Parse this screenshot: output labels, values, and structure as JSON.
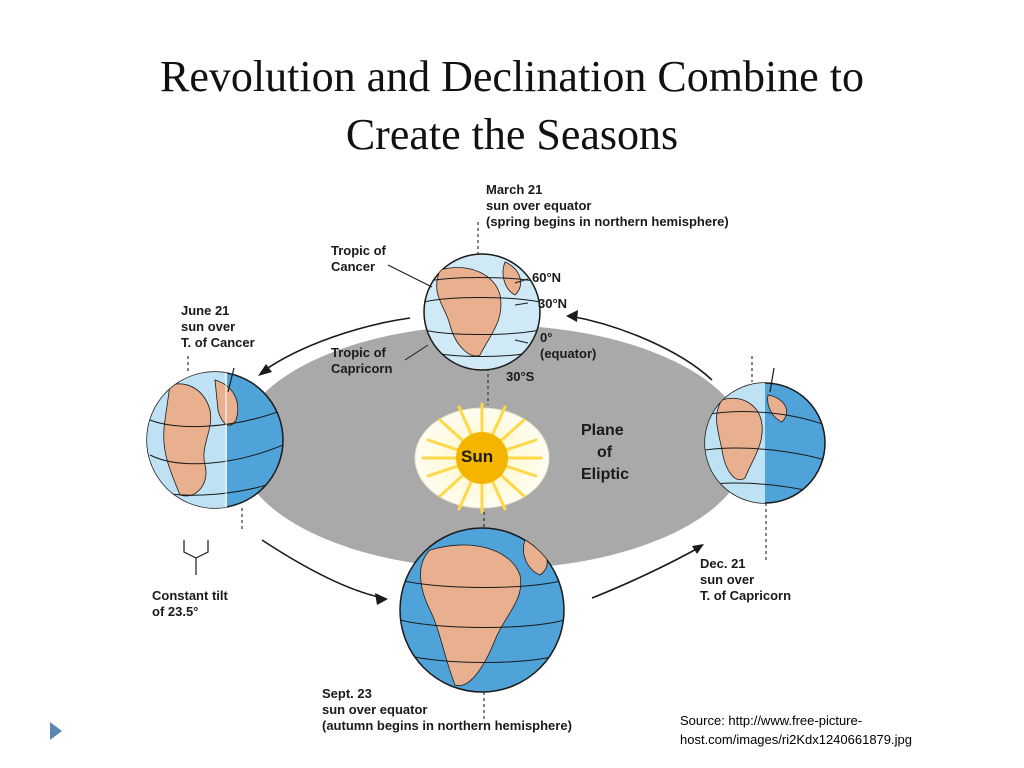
{
  "slide": {
    "title_line1": "Revolution and Declination Combine to",
    "title_line2": "Create the Seasons",
    "source_line1": "Source: http://www.free-picture-",
    "source_line2": "host.com/images/ri2Kdx1240661879.jpg"
  },
  "diagram": {
    "sun_label": "Sun",
    "plane_label": [
      "Plane",
      "of",
      "Eliptic"
    ],
    "march": [
      "March 21",
      "sun over equator",
      "(spring begins in northern hemisphere)"
    ],
    "june": [
      "June 21",
      "sun over",
      "T. of Cancer"
    ],
    "sept": [
      "Sept. 23",
      "sun over equator",
      "(autumn begins in northern hemisphere)"
    ],
    "dec": [
      "Dec. 21",
      "sun over",
      "T. of Capricorn"
    ],
    "tropic_cancer": [
      "Tropic of",
      "Cancer"
    ],
    "tropic_capricorn": [
      "Tropic of",
      "Capricorn"
    ],
    "lat_60n": "60°N",
    "lat_30n": "30°N",
    "lat_0": [
      "0°",
      "(equator)"
    ],
    "lat_30s": "30°S",
    "tilt": [
      "Constant tilt",
      "of 23.5°"
    ]
  },
  "colors": {
    "ellipse": "#a9a9a9",
    "ocean": "#4fa3d9",
    "ocean_light": "#cfe9f7",
    "land": "#e8b08f",
    "sun_core": "#f5b400",
    "sun_rays": "#ffd84a",
    "bullet": "#5b87b5"
  }
}
